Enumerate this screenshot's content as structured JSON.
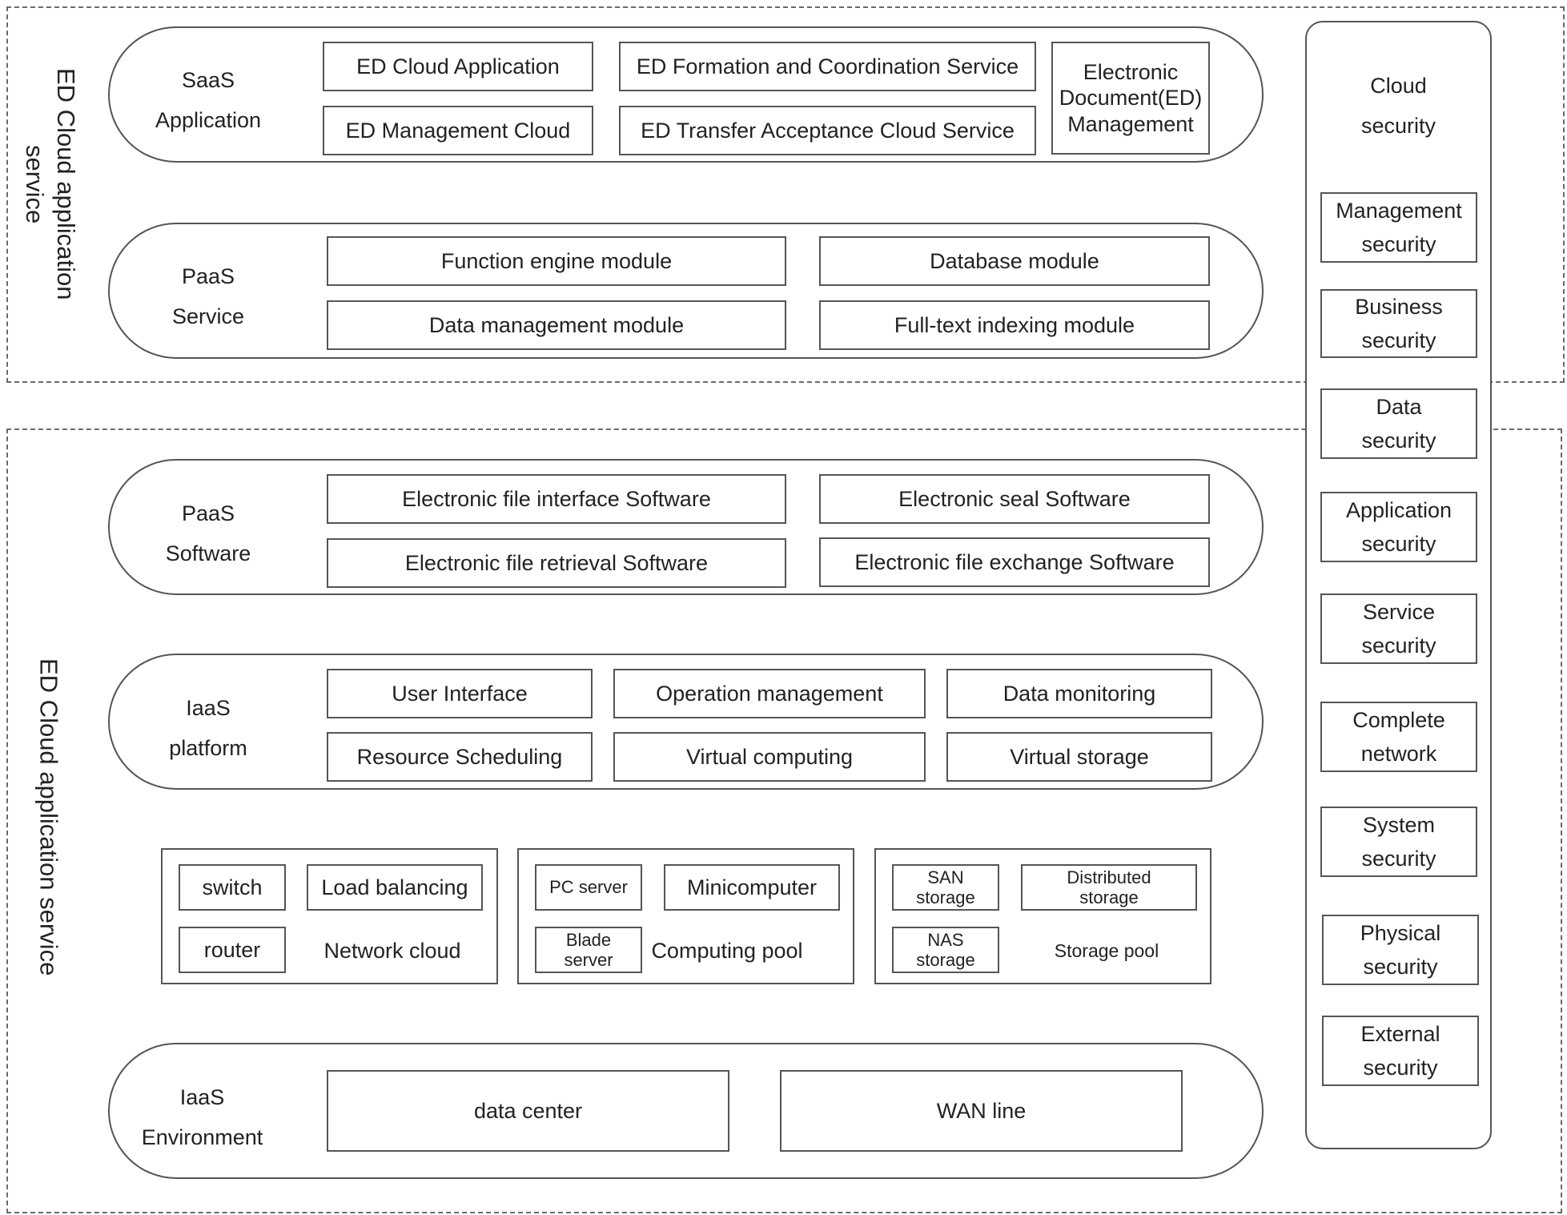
{
  "top_region": {
    "label": "ED Cloud application\nservice",
    "saas_application": {
      "label": "SaaS\nApplication",
      "items": [
        "ED Cloud Application",
        "ED Formation and Coordination Service",
        "Electronic Document(ED) Management",
        "ED Management Cloud",
        "ED Transfer Acceptance Cloud Service"
      ]
    },
    "paas_service": {
      "label": "PaaS\nService",
      "items": [
        "Function engine module",
        "Database module",
        "Data management module",
        "Full-text indexing module"
      ]
    }
  },
  "bottom_region": {
    "label": "ED Cloud application service",
    "paas_software": {
      "label": "PaaS\nSoftware",
      "items": [
        "Electronic file interface Software",
        "Electronic seal Software",
        "Electronic file retrieval Software",
        "Electronic file exchange Software"
      ]
    },
    "iaas_platform": {
      "label": "IaaS\nplatform",
      "items": [
        "User Interface",
        "Operation management",
        "Data monitoring",
        "Resource Scheduling",
        "Virtual computing",
        "Virtual storage"
      ]
    },
    "network_cloud": {
      "label": "Network cloud",
      "items": [
        "switch",
        "Load balancing",
        "router"
      ]
    },
    "computing_pool": {
      "label": "Computing pool",
      "items": [
        "PC server",
        "Minicomputer",
        "Blade server"
      ]
    },
    "storage_pool": {
      "label": "Storage pool",
      "items": [
        "SAN storage",
        "Distributed storage",
        "NAS storage"
      ]
    },
    "iaas_environment": {
      "label": "IaaS\nEnvironment",
      "items": [
        "data center",
        "WAN line"
      ]
    }
  },
  "cloud_security": {
    "title": "Cloud\nsecurity",
    "items": [
      "Management\nsecurity",
      "Business\nsecurity",
      "Data\nsecurity",
      "Application\nsecurity",
      "Service\nsecurity",
      "Complete\nnetwork",
      "System\nsecurity",
      "Physical\nsecurity",
      "External\nsecurity"
    ]
  }
}
